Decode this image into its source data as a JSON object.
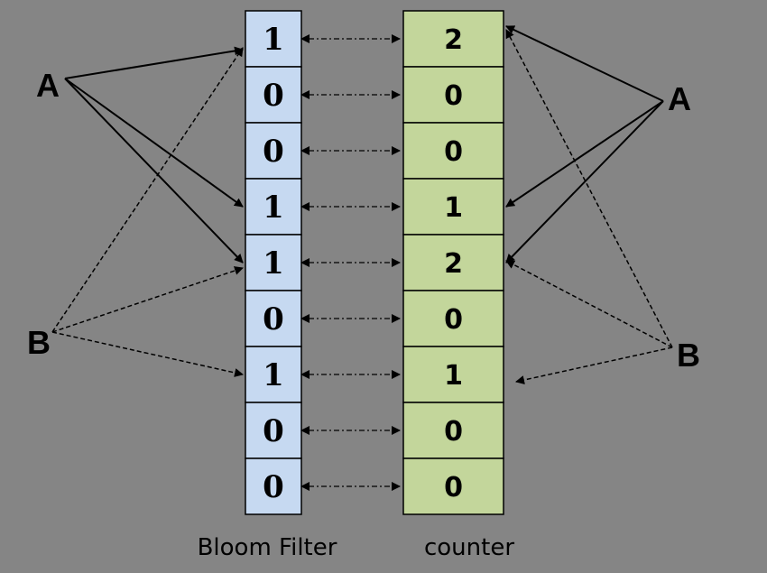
{
  "bloom_filter": {
    "caption": "Bloom Filter",
    "bits": [
      "1",
      "0",
      "0",
      "1",
      "1",
      "0",
      "1",
      "0",
      "0"
    ],
    "fill": "#c6d9f1"
  },
  "counter": {
    "caption": "counter",
    "values": [
      "2",
      "0",
      "0",
      "1",
      "2",
      "0",
      "1",
      "0",
      "0"
    ],
    "fill": "#c3d69b"
  },
  "nodes": {
    "left_a": "A",
    "left_b": "B",
    "right_a": "A",
    "right_b": "B"
  },
  "colors": {
    "background": "#858585",
    "stroke": "#000000"
  }
}
